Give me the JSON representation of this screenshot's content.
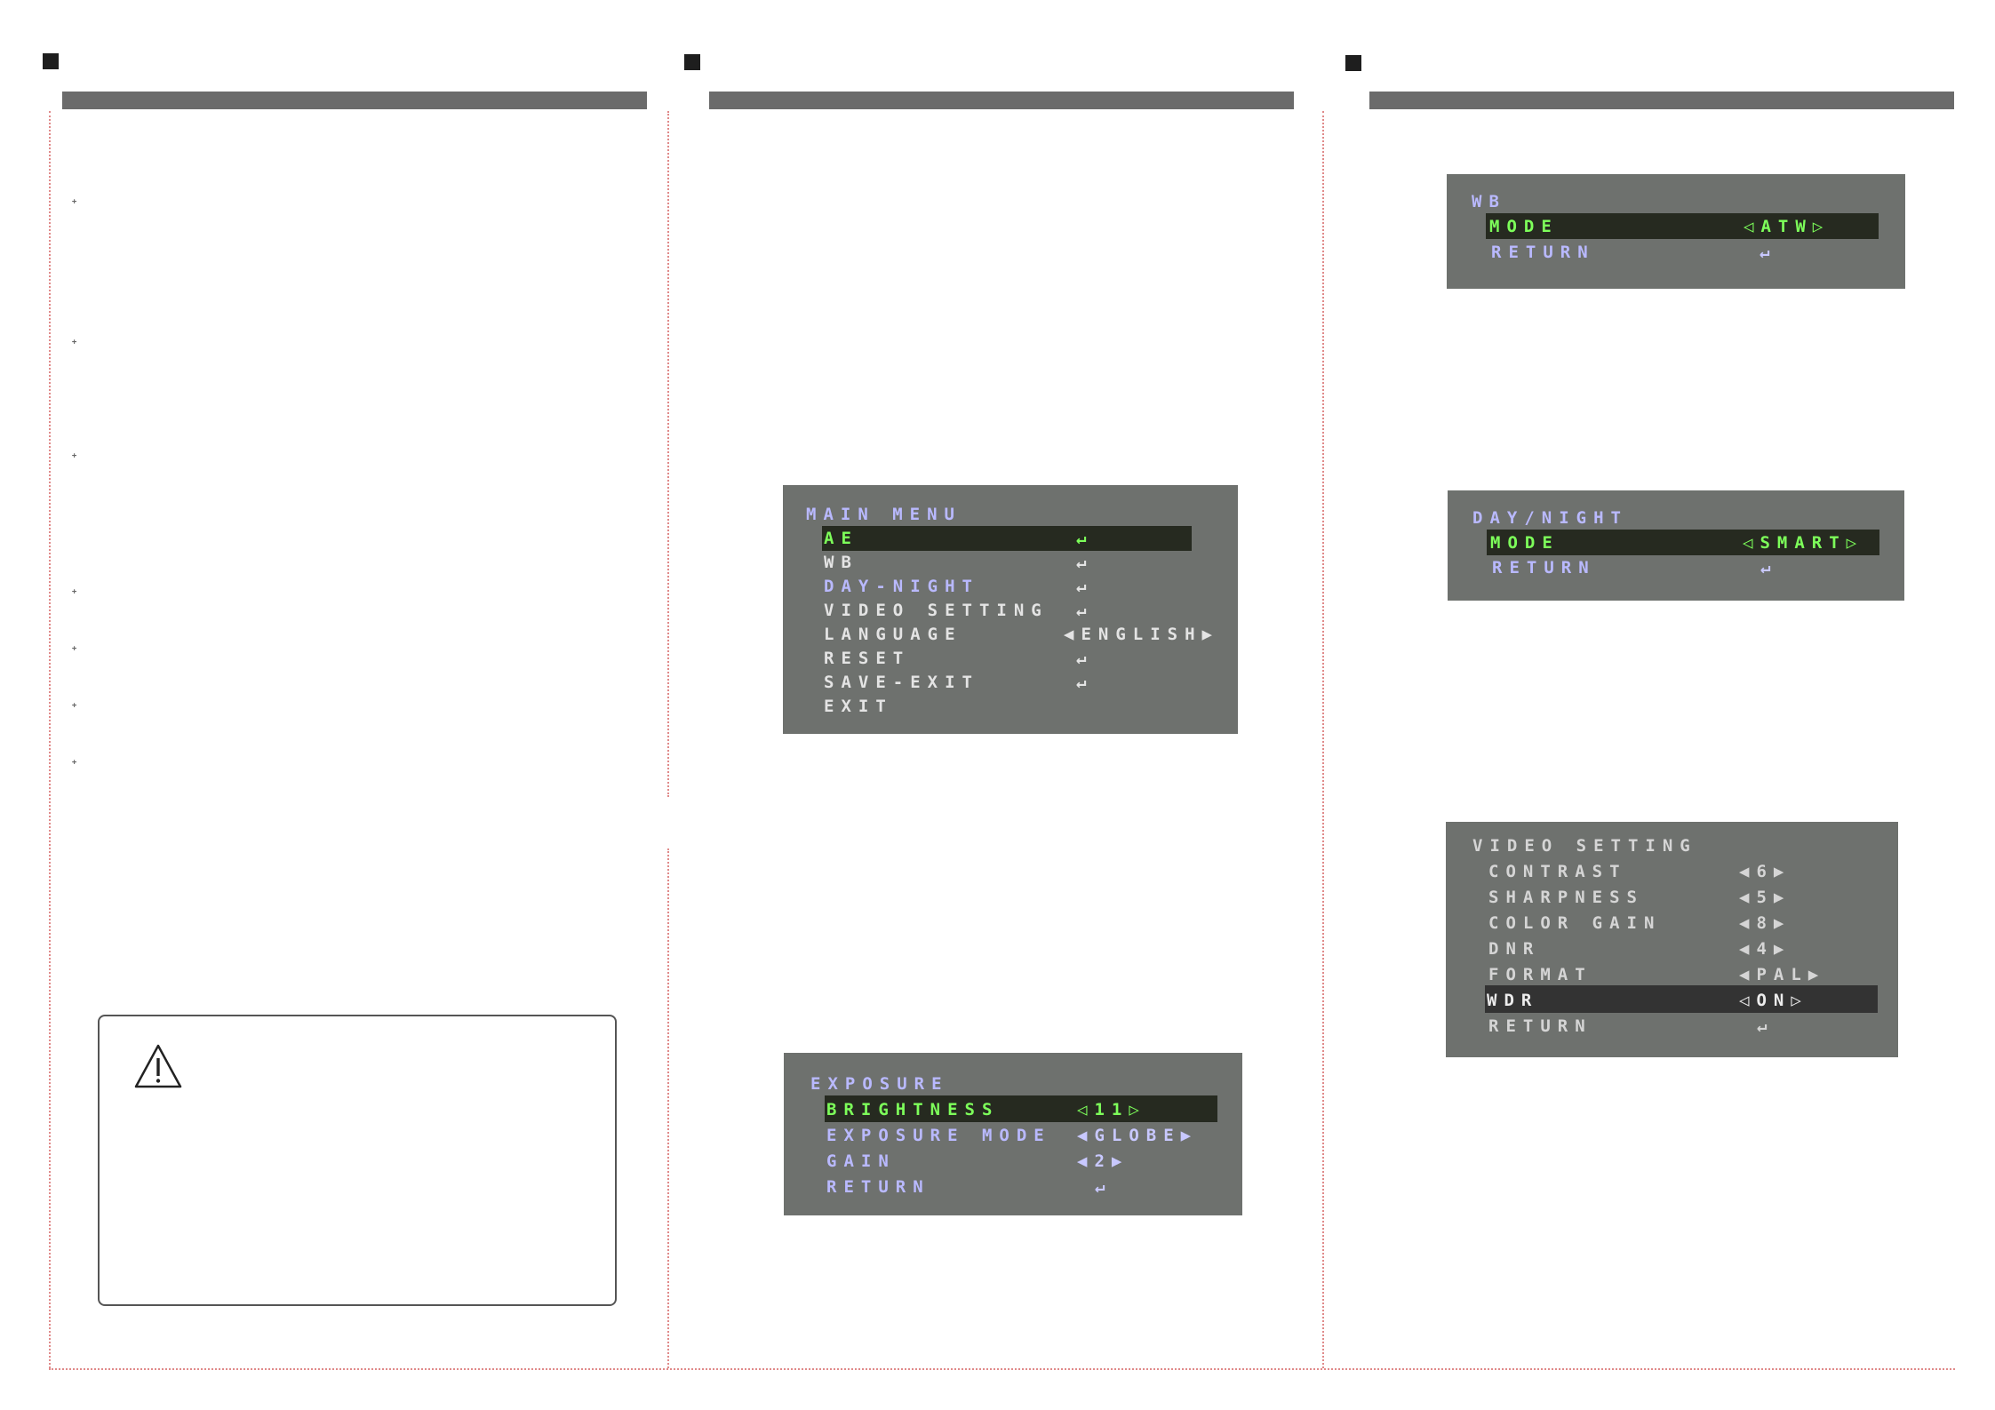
{
  "warning_icon": "warning-triangle-icon",
  "arrow_icons": {
    "left": "triangle-left-icon",
    "right": "triangle-right-icon",
    "enter": "enter-return-icon"
  },
  "colors": {
    "osd_bg": "#6e716e",
    "osd_text": "#b9b9ff",
    "highlight_text": "#7dff5a",
    "highlight_bg": "#262a20"
  },
  "wb_menu": {
    "title": "WB",
    "items": [
      {
        "label": "MODE",
        "value": "ATW"
      },
      {
        "label": "RETURN",
        "value": "↵"
      }
    ]
  },
  "main_menu": {
    "title": "MAIN MENU",
    "items": [
      {
        "label": "AE",
        "value": "↵"
      },
      {
        "label": "WB",
        "value": "↵"
      },
      {
        "label": "DAY-NIGHT",
        "value": "↵"
      },
      {
        "label": "VIDEO SETTING",
        "value": "↵"
      },
      {
        "label": "LANGUAGE",
        "value": "ENGLISH"
      },
      {
        "label": "RESET",
        "value": "↵"
      },
      {
        "label": "SAVE-EXIT",
        "value": "↵"
      },
      {
        "label": "EXIT",
        "value": ""
      }
    ]
  },
  "daynight_menu": {
    "title": "DAY/NIGHT",
    "items": [
      {
        "label": "MODE",
        "value": "SMART"
      },
      {
        "label": "RETURN",
        "value": "↵"
      }
    ]
  },
  "video_menu": {
    "title": "VIDEO SETTING",
    "items": [
      {
        "label": "CONTRAST",
        "value": "6"
      },
      {
        "label": "SHARPNESS",
        "value": "5"
      },
      {
        "label": "COLOR GAIN",
        "value": "8"
      },
      {
        "label": "DNR",
        "value": "4"
      },
      {
        "label": "FORMAT",
        "value": "PAL"
      },
      {
        "label": "WDR",
        "value": "ON"
      },
      {
        "label": "RETURN",
        "value": "↵"
      }
    ]
  },
  "exposure_menu": {
    "title": "EXPOSURE",
    "items": [
      {
        "label": "BRIGHTNESS",
        "value": "11"
      },
      {
        "label": "EXPOSURE MODE",
        "value": "GLOBE"
      },
      {
        "label": "GAIN",
        "value": "2"
      },
      {
        "label": "RETURN",
        "value": "↵"
      }
    ]
  }
}
